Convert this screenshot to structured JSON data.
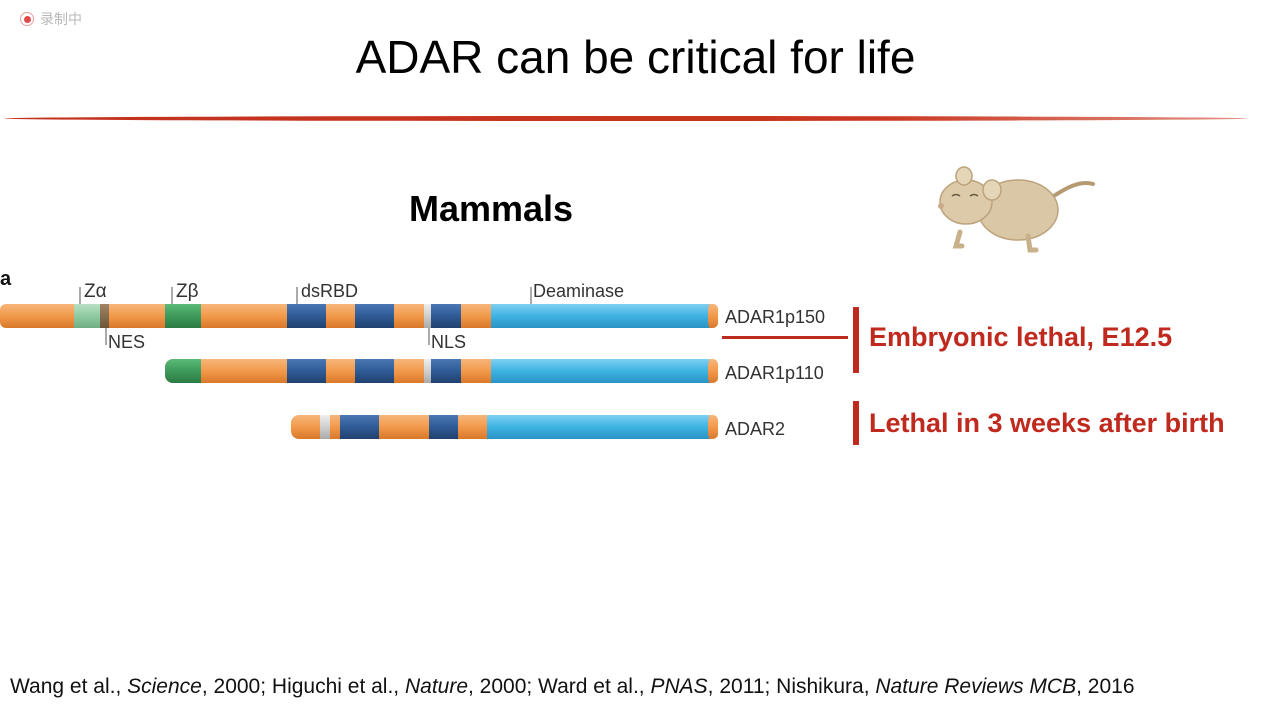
{
  "recording_indicator": {
    "label": "录制中"
  },
  "slide": {
    "title": "ADAR can be critical for life",
    "subtitle": "Mammals",
    "panel_letter": "a"
  },
  "domain_labels": {
    "z_alpha": "Zα",
    "z_beta": "Zβ",
    "dsrbd": "dsRBD",
    "deaminase": "Deaminase",
    "nes": "NES",
    "nls": "NLS"
  },
  "proteins": [
    {
      "name": "ADAR1p150"
    },
    {
      "name": "ADAR1p110"
    },
    {
      "name": "ADAR2"
    }
  ],
  "outcomes": [
    {
      "text": "Embryonic lethal, E12.5"
    },
    {
      "text": "Lethal in 3 weeks after birth"
    }
  ],
  "colors": {
    "linker": "#f2994a",
    "dsrbd": "#2f5b95",
    "deaminase": "#3eb2e3",
    "z_beta": "#3d9a5a",
    "z_alpha": "#8fcaa0",
    "accent_red": "#c0291d"
  },
  "citation": {
    "parts": [
      {
        "text": "Wang et al., ",
        "italic": false
      },
      {
        "text": "Science",
        "italic": true
      },
      {
        "text": ", 2000; Higuchi et al., ",
        "italic": false
      },
      {
        "text": "Nature",
        "italic": true
      },
      {
        "text": ", 2000; Ward et al., ",
        "italic": false
      },
      {
        "text": "PNAS",
        "italic": true
      },
      {
        "text": ", 2011; Nishikura, ",
        "italic": false
      },
      {
        "text": "Nature Reviews MCB",
        "italic": true
      },
      {
        "text": ", 2016",
        "italic": false
      }
    ]
  }
}
